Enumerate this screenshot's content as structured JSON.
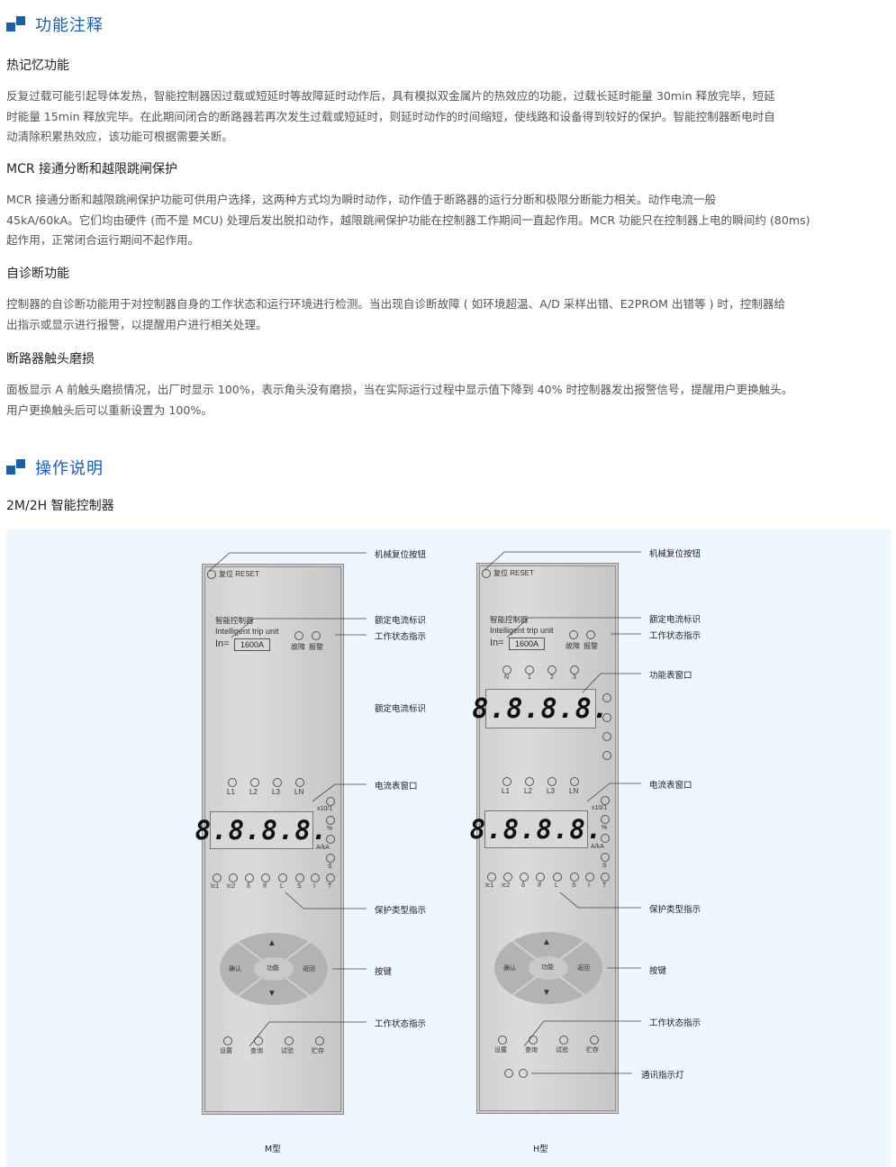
{
  "sections": [
    {
      "title": "功能注释",
      "items": [
        {
          "heading": "热记忆功能",
          "lines": [
            "反复过载可能引起导体发热，智能控制器因过载或短延时等故障延时动作后，具有模拟双金属片的热效应的功能，过载长延时能量 30min 释放完毕，短延",
            "时能量 15min 释放完毕。在此期间闭合的断路器若再次发生过载或短延时，则延时动作的时间缩短，使线路和设备得到较好的保护。智能控制器断电时自",
            "动清除积累热效应，该功能可根据需要关断。"
          ]
        },
        {
          "heading": "MCR 接通分断和越限跳闸保护",
          "lines": [
            "MCR 接通分断和越限跳闸保护功能可供用户选择，这两种方式均为瞬时动作，动作值于断路器的运行分断和极限分断能力相关。动作电流一般",
            "45kA/60kA。它们均由硬件 (而不是 MCU) 处理后发出脱扣动作，越限跳闸保护功能在控制器工作期间一直起作用。MCR 功能只在控制器上电的瞬间约 (80ms)",
            "起作用，正常闭合运行期间不起作用。"
          ]
        },
        {
          "heading": "自诊断功能",
          "lines": [
            "控制器的自诊断功能用于对控制器自身的工作状态和运行环境进行检测。当出现自诊断故障 ( 如环境超温、A/D 采样出错、E2PROM 出错等 ) 时，控制器给",
            "出指示或显示进行报警，以提醒用户进行相关处理。"
          ]
        },
        {
          "heading": "断路器触头磨损",
          "lines": [
            "面板显示 A 前触头磨损情况，出厂时显示 100%，表示角头没有磨损，当在实际运行过程中显示值下降到 40% 时控制器发出报警信号，提醒用户更换触头。",
            "用户更换触头后可以重新设置为 100%。"
          ]
        }
      ]
    },
    {
      "title": "操作说明",
      "subheading": "2M/2H 智能控制器"
    }
  ],
  "figure": {
    "common": {
      "reset": "复位 RESET",
      "brand_cn": "智能控制器",
      "brand_en": "Intelligent trip unit",
      "in_label": "In=",
      "in_value": "1600A",
      "status_leds": [
        "故障",
        "报警"
      ],
      "phase_leds": [
        "L1",
        "L2",
        "L3",
        "LN"
      ],
      "display": "8.8.8.8.",
      "unit_leds": [
        "x10/1",
        "%",
        "A/kA",
        "S"
      ],
      "protection_leds": [
        "Ic1",
        "Ic2",
        "δ",
        "If",
        "L",
        "S",
        "I",
        "T"
      ],
      "keys": {
        "up": "▲",
        "down": "▼",
        "left": "确认",
        "center": "功能",
        "right": "返回"
      },
      "bottom_leds": [
        "设置",
        "查询",
        "试验",
        "贮存"
      ]
    },
    "h_extra": {
      "func_leds": [
        "N",
        "1",
        "2",
        "3"
      ]
    },
    "callouts": {
      "reset_button": "机械复位按钮",
      "rated_current": "额定电流标识",
      "work_status": "工作状态指示",
      "rated_current_mid": "额定电流标识",
      "function_window": "功能表窗口",
      "current_window": "电流表窗口",
      "protection_type": "保护类型指示",
      "keys": "按键",
      "work_status_bottom": "工作状态指示",
      "comm_led": "通讯指示灯"
    },
    "captions": {
      "m": "M型",
      "h": "H型"
    }
  }
}
